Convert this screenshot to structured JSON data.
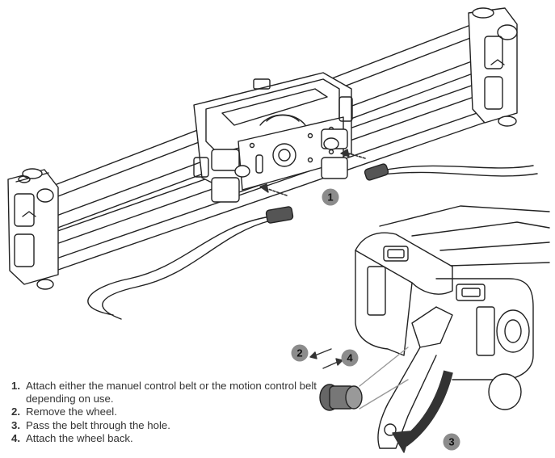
{
  "callouts": [
    "1",
    "2",
    "3",
    "4"
  ],
  "instructions": [
    {
      "num": "1.",
      "text": "Attach either the manuel control belt or the motion control belt depending on use."
    },
    {
      "num": "2.",
      "text": "Remove the wheel."
    },
    {
      "num": "3.",
      "text": "Pass the belt through the hole."
    },
    {
      "num": "4.",
      "text": "Attach the wheel back."
    }
  ],
  "colors": {
    "line": "#222222",
    "callout_fill": "#8c8c8c",
    "arrow": "#333333",
    "belt_end": "#555555"
  }
}
